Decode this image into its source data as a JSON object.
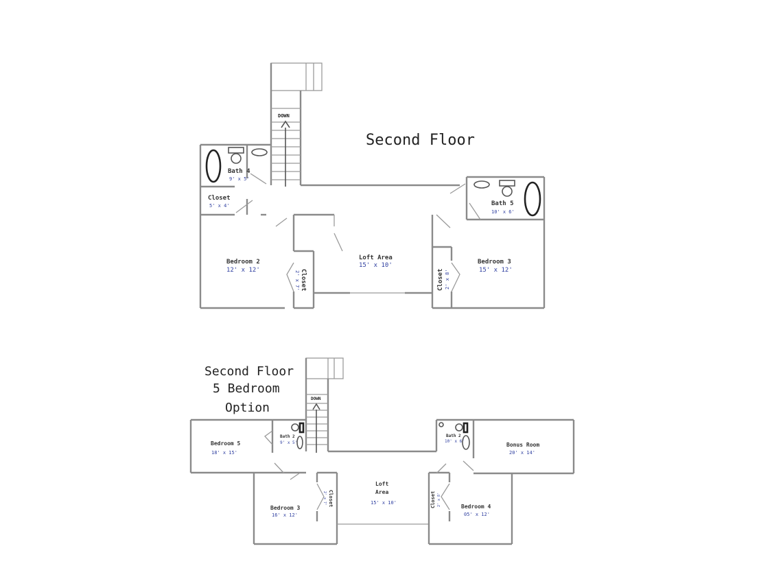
{
  "plan_a": {
    "title": "Second Floor",
    "stair_label": "DOWN",
    "rooms": {
      "bath4": {
        "name": "Bath 4",
        "dim": "9' x 5'"
      },
      "closet_hall": {
        "name": "Closet",
        "dim": "5' x 4'"
      },
      "bedroom2": {
        "name": "Bedroom 2",
        "dim": "12' x 12'"
      },
      "closet_b2": {
        "name": "Closet",
        "dim": "2' x 7'"
      },
      "loft": {
        "name": "Loft Area",
        "dim": "15' x 10'"
      },
      "closet_b3": {
        "name": "Closet",
        "dim": "2' x 8'"
      },
      "bedroom3": {
        "name": "Bedroom 3",
        "dim": "15' x 12'"
      },
      "bath5": {
        "name": "Bath 5",
        "dim": "10' x 6'"
      }
    }
  },
  "plan_b": {
    "title_line1": "Second Floor",
    "title_line2": "5 Bedroom",
    "title_line3": "Option",
    "stair_label": "DOWN",
    "rooms": {
      "bedroom5": {
        "name": "Bedroom 5",
        "dim": "18' x 15'"
      },
      "bath2a": {
        "name": "Bath 2",
        "dim": "9' x 5'"
      },
      "bedroom3": {
        "name": "Bedroom 3",
        "dim": "16' x 12'"
      },
      "closet_l": {
        "name": "Closet",
        "dim": "2' x 7'"
      },
      "loft_line1": "Loft",
      "loft_line2": "Area",
      "loft_dim": "15' x 10'",
      "closet_r": {
        "name": "Closet",
        "dim": "2' x 8'"
      },
      "bedroom4": {
        "name": "Bedroom 4",
        "dim": "05' x 12'"
      },
      "bath2b": {
        "name": "Bath 2",
        "dim": "10' x 6'"
      },
      "bonus": {
        "name": "Bonus Room",
        "dim": "20' x 14'"
      }
    }
  }
}
